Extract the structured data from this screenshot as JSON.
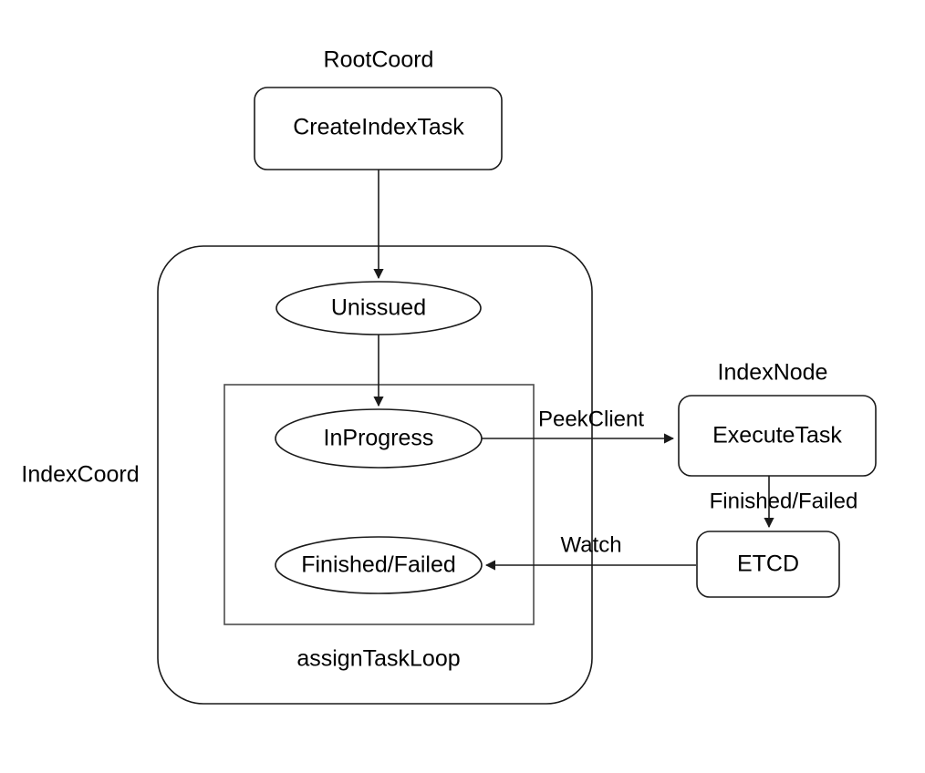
{
  "diagram": {
    "title_visible": false,
    "background_color": "#ffffff",
    "stroke_color": "#1a1a1a",
    "inner_stroke_color": "#4d4d4d",
    "text_color": "#000000",
    "groups": [
      {
        "id": "rootcoord",
        "label": "RootCoord"
      },
      {
        "id": "indexcoord",
        "label": "IndexCoord"
      },
      {
        "id": "assigntaskloop",
        "label": "assignTaskLoop"
      },
      {
        "id": "indexnode",
        "label": "IndexNode"
      }
    ],
    "nodes": [
      {
        "id": "create-index-task",
        "label": "CreateIndexTask",
        "shape": "rounded-rect"
      },
      {
        "id": "unissued",
        "label": "Unissued",
        "shape": "ellipse"
      },
      {
        "id": "in-progress",
        "label": "InProgress",
        "shape": "ellipse"
      },
      {
        "id": "finished-failed-state",
        "label": "Finished/Failed",
        "shape": "ellipse"
      },
      {
        "id": "execute-task",
        "label": "ExecuteTask",
        "shape": "rounded-rect"
      },
      {
        "id": "etcd",
        "label": "ETCD",
        "shape": "rounded-rect"
      }
    ],
    "edges": [
      {
        "id": "create-to-unissued",
        "from": "create-index-task",
        "to": "unissued",
        "label": "",
        "direction": "down"
      },
      {
        "id": "unissued-to-inprogress",
        "from": "unissued",
        "to": "in-progress",
        "label": "",
        "direction": "down"
      },
      {
        "id": "inprogress-to-executetask",
        "from": "in-progress",
        "to": "execute-task",
        "label": "PeekClient",
        "direction": "right"
      },
      {
        "id": "executetask-to-etcd",
        "from": "execute-task",
        "to": "etcd",
        "label": "Finished/Failed",
        "direction": "down"
      },
      {
        "id": "etcd-to-finishedfailed",
        "from": "etcd",
        "to": "finished-failed-state",
        "label": "Watch",
        "direction": "left"
      }
    ]
  }
}
